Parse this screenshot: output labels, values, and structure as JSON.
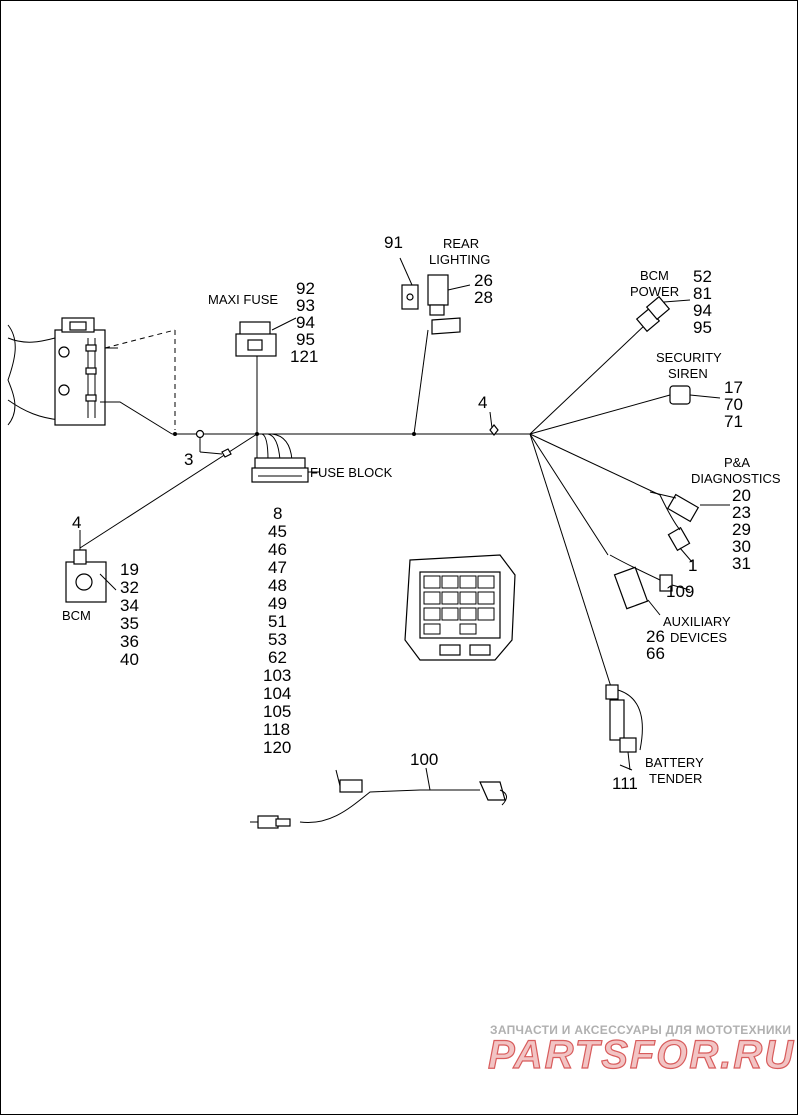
{
  "labels": {
    "maxi_fuse": "MAXI FUSE",
    "rear_lighting_1": "REAR",
    "rear_lighting_2": "LIGHTING",
    "bcm_power_1": "BCM",
    "bcm_power_2": "POWER",
    "security_siren_1": "SECURITY",
    "security_siren_2": "SIREN",
    "pa_diagnostics_1": "P&A",
    "pa_diagnostics_2": "DIAGNOSTICS",
    "fuse_block": "FUSE BLOCK",
    "bcm": "BCM",
    "auxiliary_devices_1": "AUXILIARY",
    "auxiliary_devices_2": "DEVICES",
    "battery_tender_1": "BATTERY",
    "battery_tender_2": "TENDER"
  },
  "callouts": {
    "maxi_fuse": [
      "92",
      "93",
      "94",
      "95",
      "121"
    ],
    "rear_lighting_left": "91",
    "rear_lighting": [
      "26",
      "28"
    ],
    "bcm_power": [
      "52",
      "81",
      "94",
      "95"
    ],
    "security_siren": [
      "17",
      "70",
      "71"
    ],
    "pa_diagnostics": [
      "20",
      "23",
      "29",
      "30",
      "31"
    ],
    "pa_single": "1",
    "aux_109": "109",
    "auxiliary_devices": [
      "26",
      "66"
    ],
    "battery_tender": "111",
    "fuse_block": [
      "8",
      "45",
      "46",
      "47",
      "48",
      "49",
      "51",
      "53",
      "62",
      "103",
      "104",
      "105",
      "118",
      "120"
    ],
    "bcm": [
      "19",
      "32",
      "34",
      "35",
      "36",
      "40"
    ],
    "bcm_top": "4",
    "harness_4": "4",
    "harness_3": "3",
    "cable_100": "100"
  },
  "watermark": {
    "line1": "ЗАПЧАСТИ И АКСЕССУАРЫ ДЛЯ МОТОТЕХНИКИ",
    "logo": "PARTSFOR.RU"
  }
}
